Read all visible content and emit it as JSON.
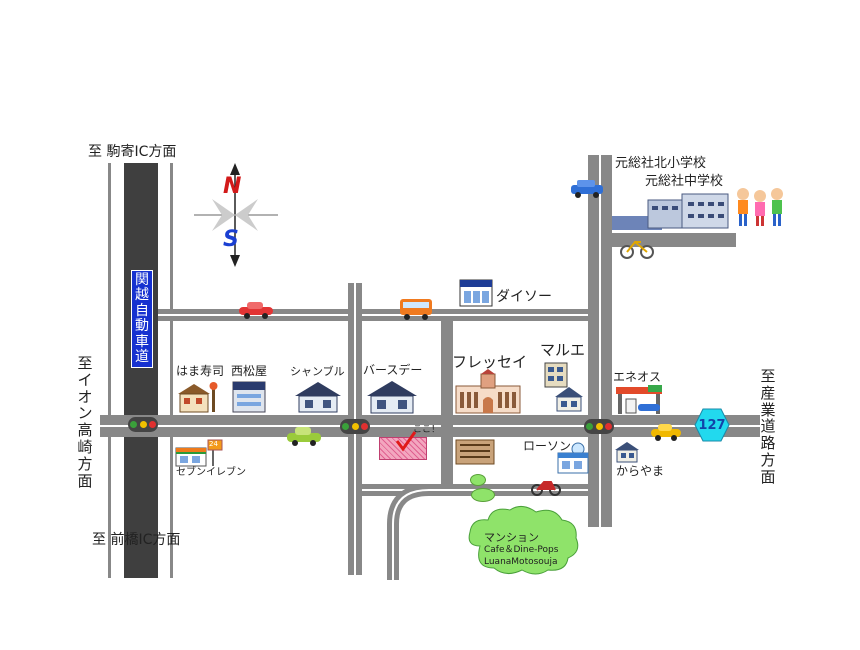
{
  "directions": {
    "north_top": "至 駒寄IC方面",
    "south_bottom": "至 前橋IC方面",
    "west": "至イオン高崎方面",
    "east": "至産業道路方面"
  },
  "expressway": "関越自動車道",
  "compass": {
    "north": "N",
    "south": "S"
  },
  "schools": {
    "north": "元総社北小学校",
    "middle": "元総社中学校"
  },
  "landmarks": {
    "daiso": "ダイソー",
    "hamazushi": "はま寿司",
    "nishimatsuya": "西松屋",
    "shampur": "シャンブル",
    "birthday": "バースデー",
    "fressay": "フレッセイ",
    "marue": "マルエ",
    "eneos": "エネオス",
    "lawson": "ローソン",
    "seven": "セブンイレブン",
    "karayama": "からやま",
    "here": "ここ！"
  },
  "route_number": "127",
  "seven_badge": "24",
  "destination": {
    "line1": "マンション",
    "line2": "Cafe＆Dine-Pops",
    "line3": "LuanaMotosouja"
  },
  "colors": {
    "road": "#888888",
    "expressway": "#3f3f3f",
    "expressway_label_bg": "#1631d0",
    "route_badge": "#22d9ee",
    "cloud": "#8fe36a",
    "highlight": "#f3a6bf"
  }
}
